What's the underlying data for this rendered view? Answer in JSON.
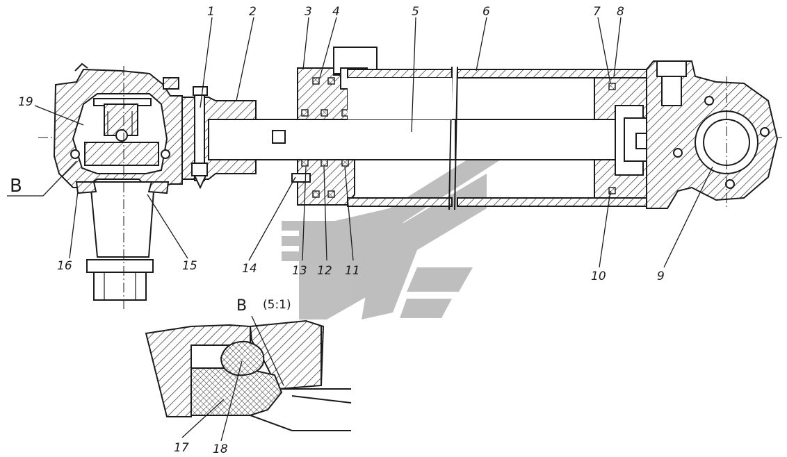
{
  "callouts": {
    "n1": "1",
    "n2": "2",
    "n3": "3",
    "n4": "4",
    "n5": "5",
    "n6": "6",
    "n7": "7",
    "n8": "8",
    "n9": "9",
    "n10": "10",
    "n11": "11",
    "n12": "12",
    "n13": "13",
    "n14": "14",
    "n15": "15",
    "n16": "16",
    "n17": "17",
    "n18": "18",
    "n19": "19"
  },
  "view_label": "B",
  "detail_label": "B",
  "detail_scale": "(5:1)",
  "colors": {
    "line": "#1a1a1a",
    "watermark": "#7f7f7f"
  }
}
